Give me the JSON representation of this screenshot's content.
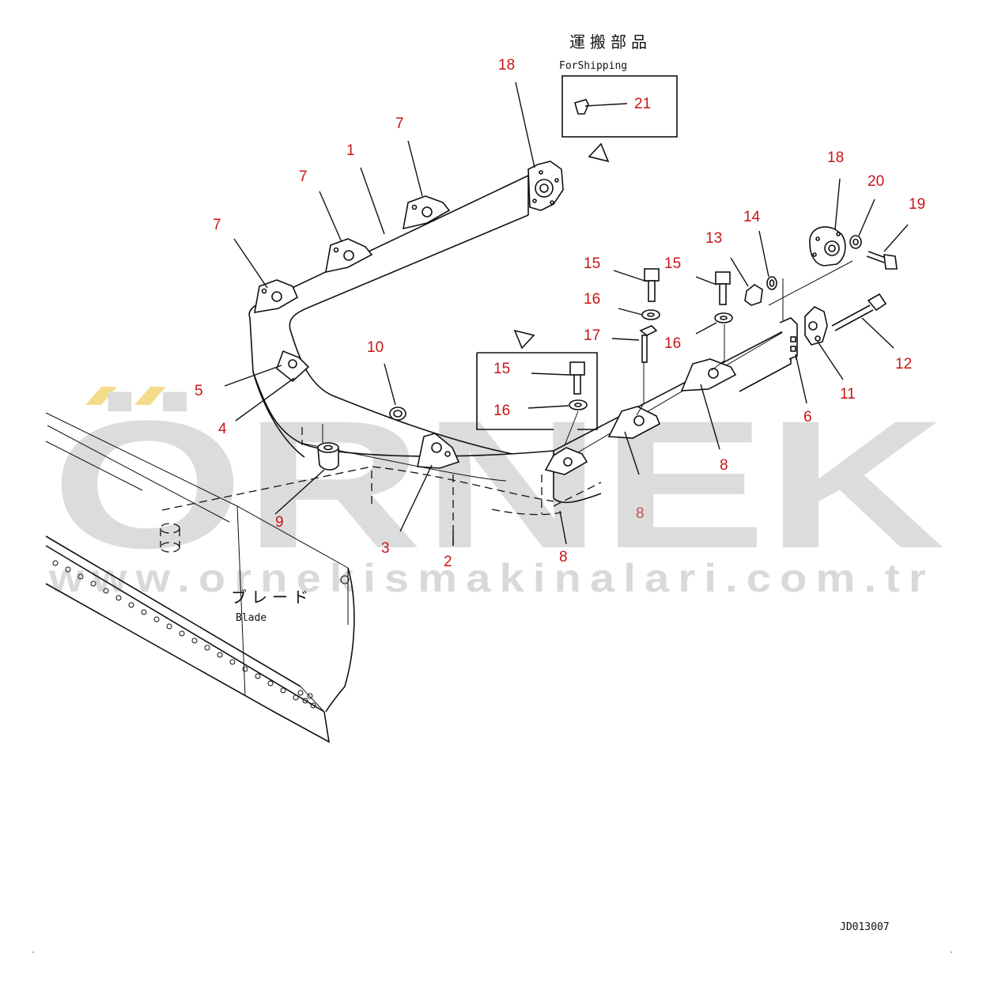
{
  "watermark": {
    "brand": "ÖRNEK",
    "url": "www.ornekismakinalari.com.tr",
    "accent_color": "#f5dc8c",
    "text_color": "#dcdcdc"
  },
  "header": {
    "shipping_title_jp": "運搬部品",
    "shipping_title_en": "ForShipping"
  },
  "blade": {
    "label_jp": "ブレード",
    "label_en": "Blade"
  },
  "drawing_code": "JD013007",
  "callouts": {
    "c1": "1",
    "c2": "2",
    "c3": "3",
    "c4": "4",
    "c5": "5",
    "c6": "6",
    "c7a": "7",
    "c7b": "7",
    "c7c": "7",
    "c8a": "8",
    "c8b": "8",
    "c8c": "8",
    "c9": "9",
    "c10": "10",
    "c11": "11",
    "c12": "12",
    "c13": "13",
    "c14": "14",
    "c15a": "15",
    "c15b": "15",
    "c15c": "15",
    "c16a": "16",
    "c16b": "16",
    "c16c": "16",
    "c17": "17",
    "c18a": "18",
    "c18b": "18",
    "c19": "19",
    "c20": "20",
    "c21": "21"
  },
  "colors": {
    "callout": "#c81414",
    "line": "#111111"
  }
}
